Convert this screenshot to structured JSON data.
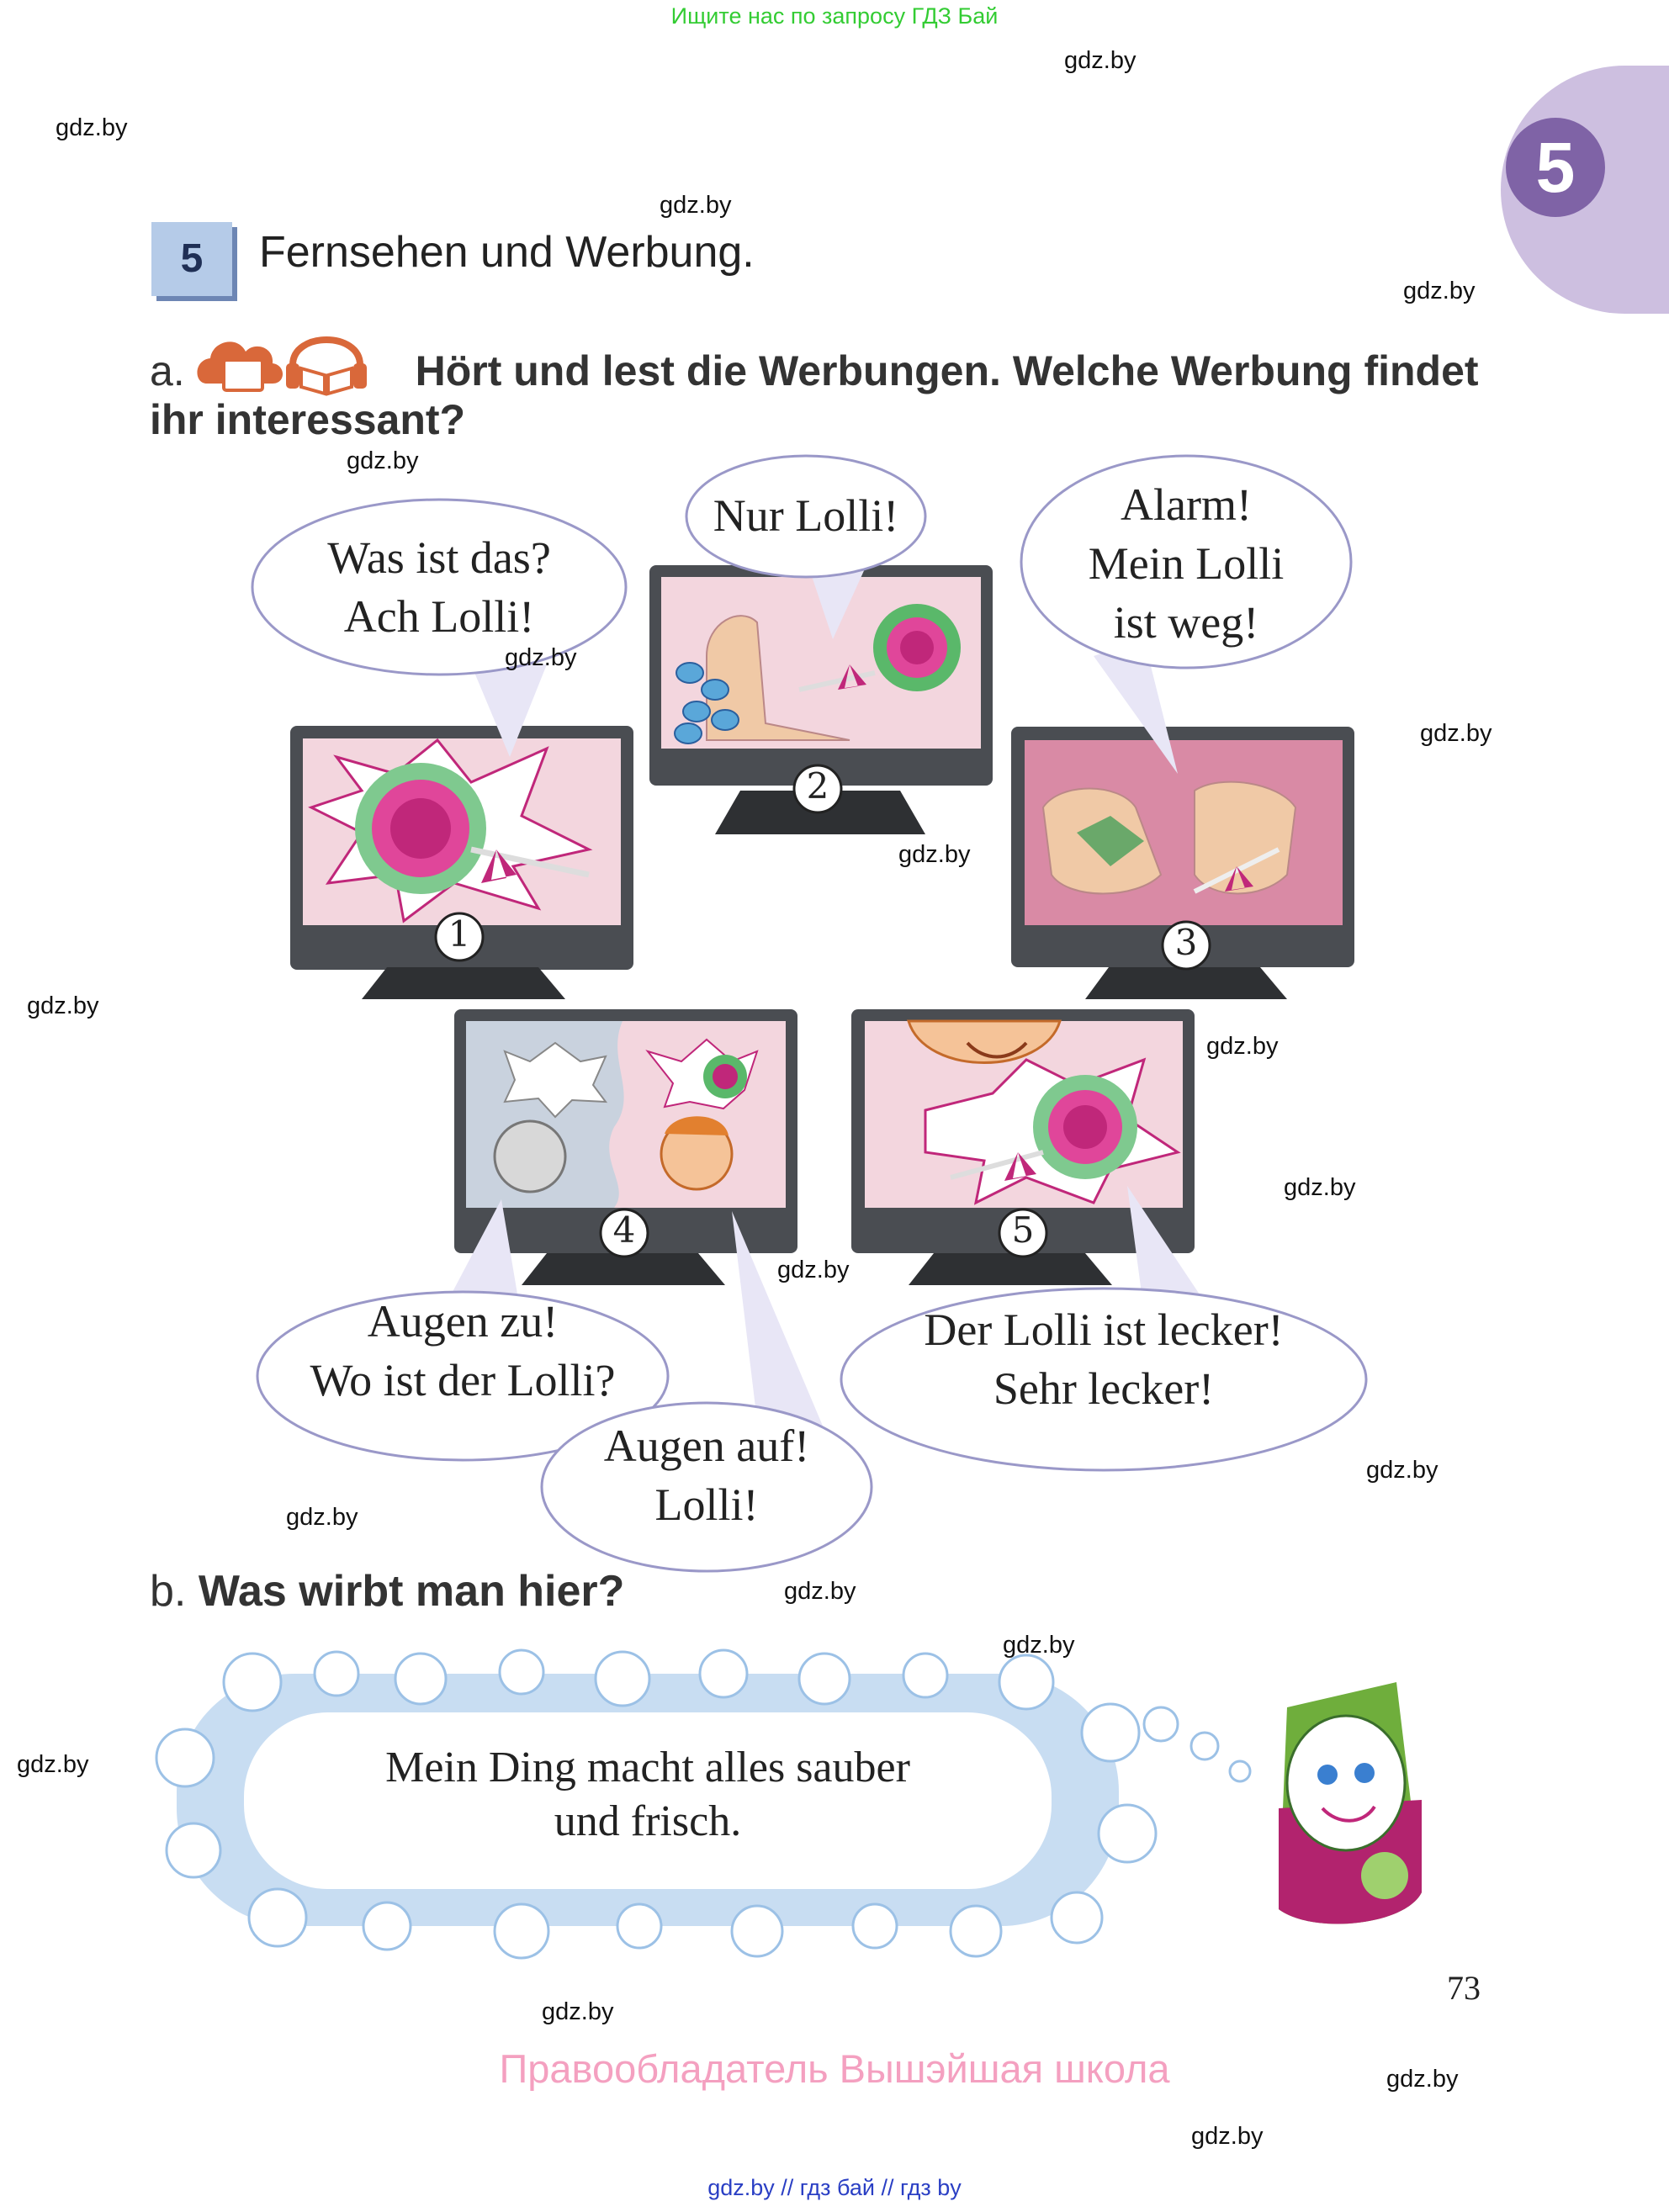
{
  "header": {
    "top_link": "Ищите нас по запросу ГДЗ Бай",
    "chapter_number": "5"
  },
  "exercise": {
    "number": "5",
    "title": "Fernsehen und Werbung."
  },
  "task_a": {
    "label": "a.",
    "text": "Hört und lest die Werbungen. Welche Werbung findet ihr interessant?"
  },
  "bubbles": {
    "b1": {
      "line1": "Was ist das?",
      "line2": "Ach Lolli!"
    },
    "b2": {
      "line1": "Nur Lolli!"
    },
    "b3": {
      "line1": "Alarm!",
      "line2": "Mein Lolli",
      "line3": "ist weg!"
    },
    "b4a": {
      "line1": "Augen zu!",
      "line2": "Wo ist der Lolli?"
    },
    "b4b": {
      "line1": "Augen auf!",
      "line2": "Lolli!"
    },
    "b5": {
      "line1": "Der Lolli ist lecker!",
      "line2": "Sehr lecker!"
    }
  },
  "tv_numbers": [
    "1",
    "2",
    "3",
    "4",
    "5"
  ],
  "task_b": {
    "label": "b.",
    "text": "Was wirbt man hier?"
  },
  "cloud": {
    "line1": "Mein Ding macht alles sauber",
    "line2": "und frisch."
  },
  "page_number": "73",
  "rights_holder": "Правообладатель Вышэйшая школа",
  "watermark": "gdz.by",
  "footer_links": "gdz.by  //  гдз бай  //  гдз by",
  "colors": {
    "chapter_tab": "#cdbfe0",
    "chapter_circle": "#7f63a6",
    "rights_text": "#f4a0c0",
    "top_link": "#33cc33",
    "tv_screen": "#f3d6de",
    "lolli_pink": "#c0277a"
  }
}
